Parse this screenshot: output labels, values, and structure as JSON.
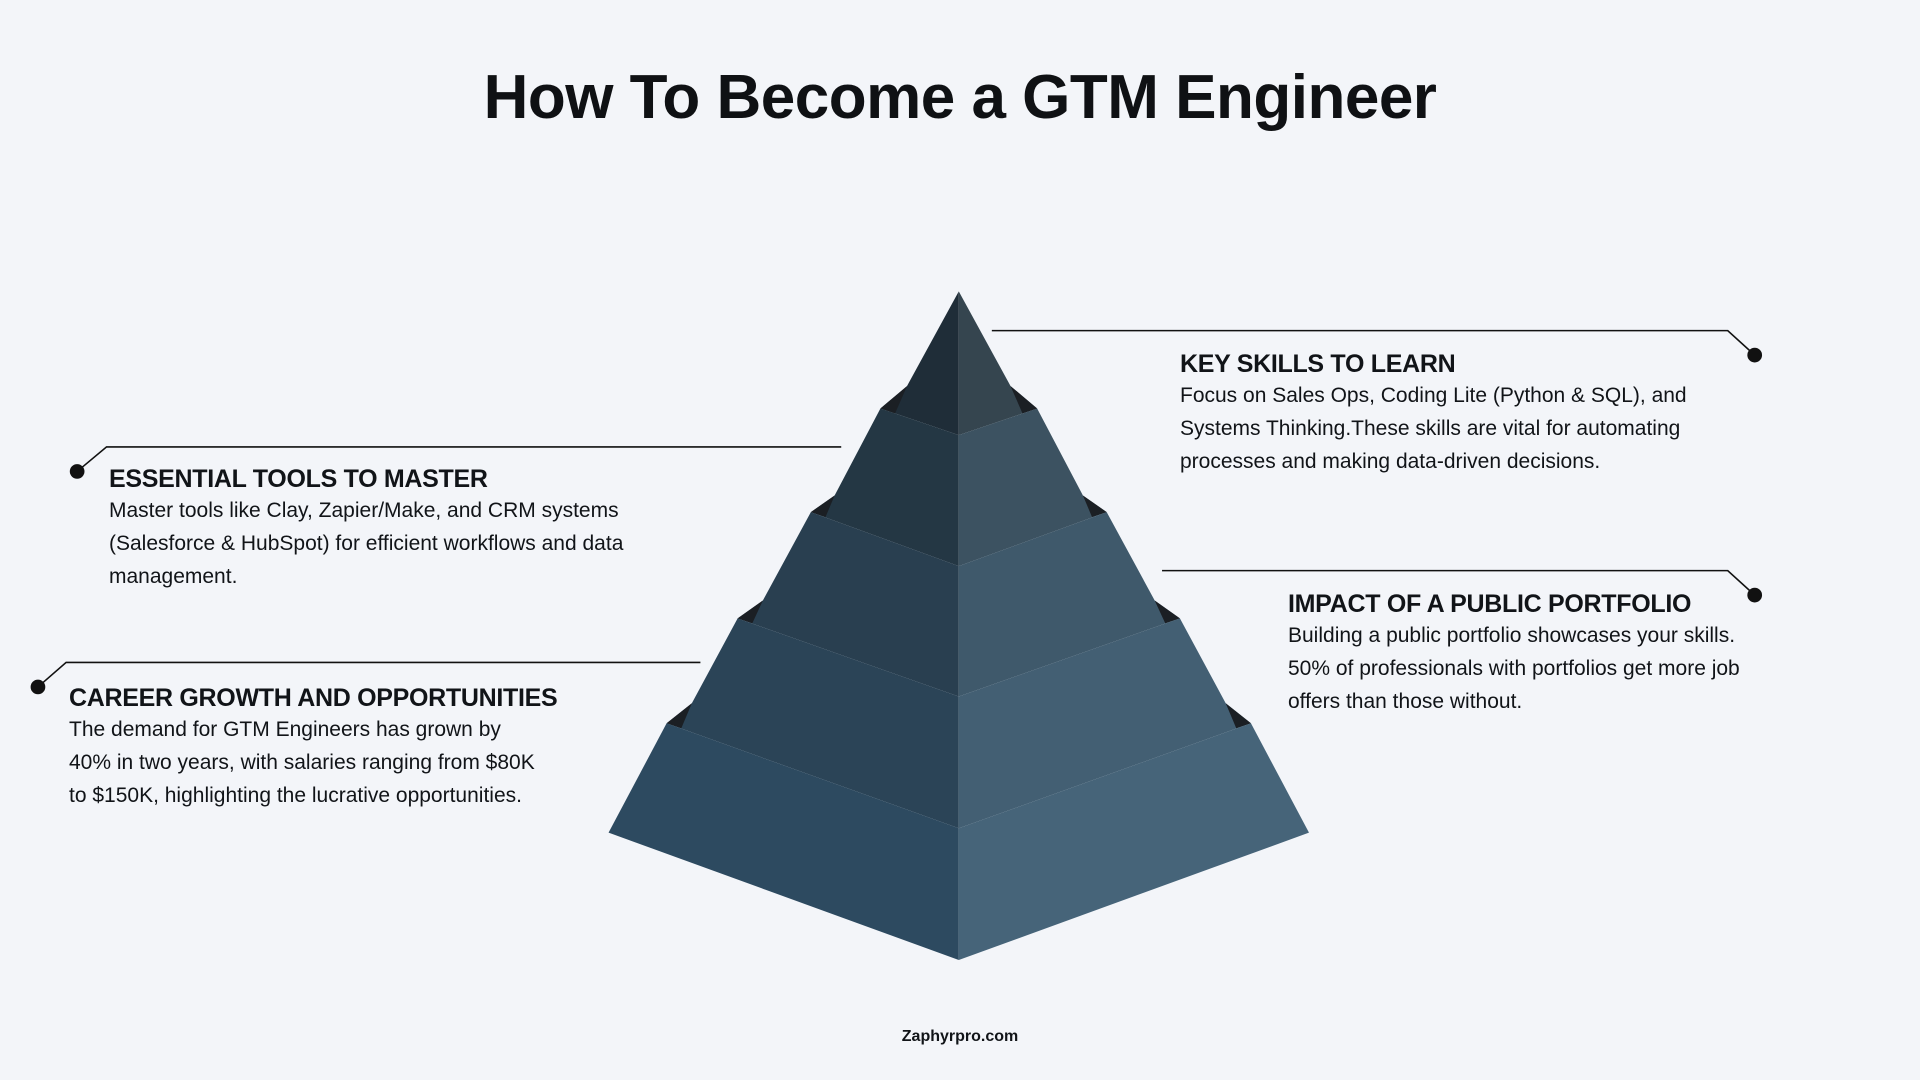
{
  "title": "How To Become a GTM Engineer",
  "sections": {
    "key_skills": {
      "heading": "KEY SKILLS TO LEARN",
      "lines": [
        "Focus on Sales Ops, Coding Lite (Python & SQL), and",
        "Systems Thinking.These skills are vital for automating",
        "processes and making data-driven decisions."
      ]
    },
    "essential_tools": {
      "heading": "ESSENTIAL TOOLS TO MASTER",
      "lines": [
        "Master tools like Clay, Zapier/Make, and CRM systems",
        "(Salesforce & HubSpot) for efficient workflows and data",
        "management."
      ]
    },
    "public_portfolio": {
      "heading": "IMPACT OF A PUBLIC PORTFOLIO",
      "lines": [
        "Building a public portfolio showcases your skills.",
        "50% of professionals with portfolios get more job",
        "offers than those without."
      ]
    },
    "career_growth": {
      "heading": "CAREER GROWTH AND OPPORTUNITIES",
      "lines": [
        "The demand for GTM Engineers has grown by",
        "40% in two years, with salaries ranging from $80K",
        "to $150K, highlighting the lucrative opportunities."
      ]
    }
  },
  "footer": "Zaphyrpro.com",
  "colors": {
    "background": "#f3f5f9",
    "left_faces": [
      "#1f2d38",
      "#243744",
      "#293f50",
      "#2b4457",
      "#2d4a60"
    ],
    "right_faces": [
      "#35454f",
      "#3c5261",
      "#3f596b",
      "#435f73",
      "#466479"
    ],
    "step_shadow": "#1b1f24"
  }
}
